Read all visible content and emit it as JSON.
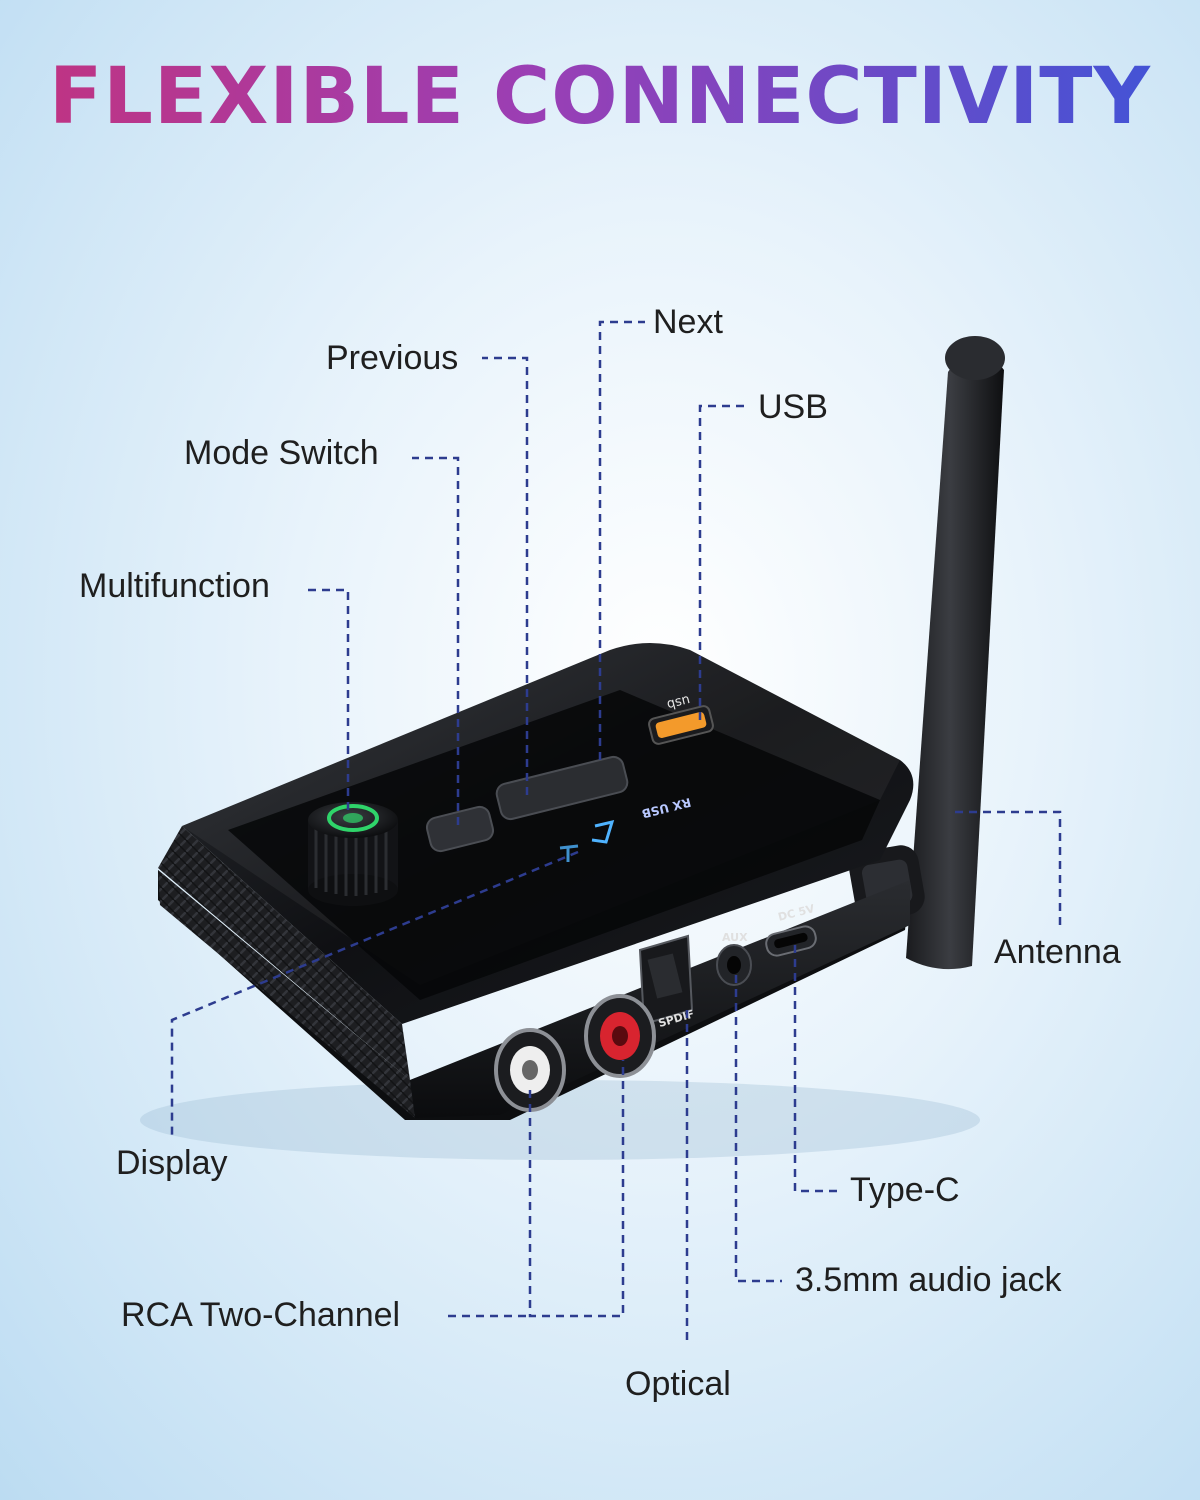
{
  "title": "FLEXIBLE CONNECTIVITY",
  "labels": {
    "next": "Next",
    "previous": "Previous",
    "usb": "USB",
    "mode_switch": "Mode Switch",
    "multifunction": "Multifunction",
    "antenna": "Antenna",
    "display": "Display",
    "type_c": "Type-C",
    "audio_jack": "3.5mm audio jack",
    "rca": "RCA Two-Channel",
    "optical": "Optical"
  },
  "device_markings": {
    "usb_port": "usb",
    "indicators": "RX  USB",
    "aux": "AUX",
    "dc": "DC 5V",
    "spdif": "SPDIF"
  },
  "colors": {
    "title_start": "#c2337f",
    "title_mid": "#9a3fb5",
    "title_end": "#3d55d8",
    "leader_line": "#2d3c8f",
    "usb_port": "#f39a2b",
    "knob_ring": "#2fd46a",
    "rca_right": "#d8242f",
    "display_glow": "#4fb3ff"
  }
}
